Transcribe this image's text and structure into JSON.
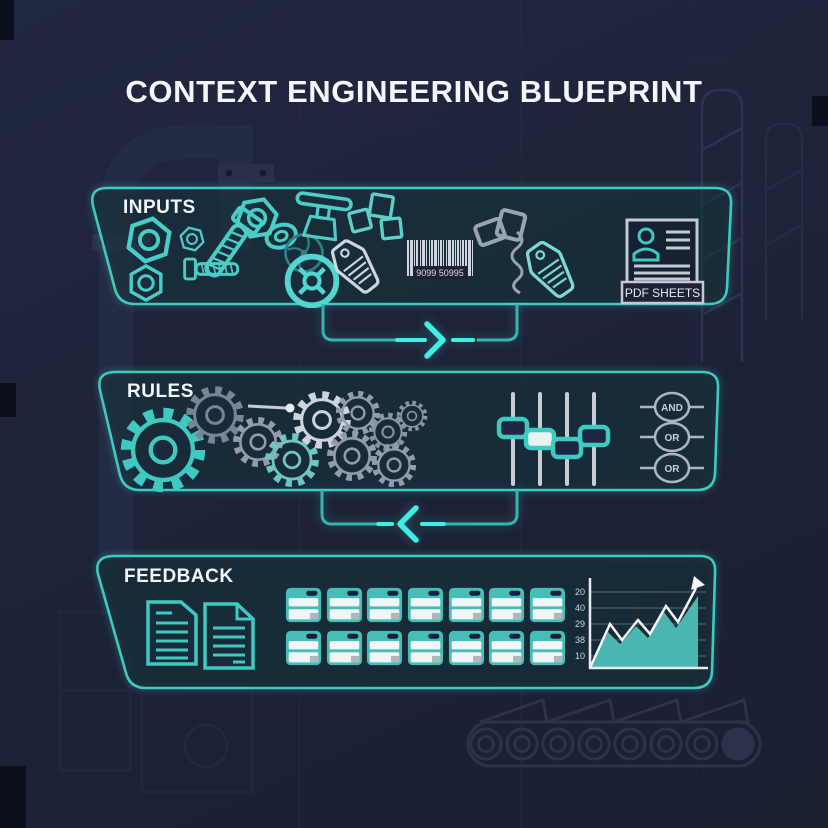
{
  "title": "CONTEXT ENGINEERING BLUEPRINT",
  "panels": {
    "inputs": {
      "label": "INPUTS",
      "icons": [
        "hex-nut",
        "hex-nut",
        "hex-nut",
        "screw",
        "bolt",
        "hex-nut",
        "washer",
        "impeller",
        "handwheel",
        "valve",
        "boxes",
        "striped-tag",
        "barcode",
        "pipe-fittings",
        "squiggle-hook",
        "striped-tag",
        "pdf-sheets-document"
      ],
      "barcode_text": "9099 50995",
      "pdf_sheets_label": "PDF SHEETS"
    },
    "rules": {
      "label": "RULES",
      "icons": [
        "gears",
        "lever-pin",
        "sliders",
        "logic-gates"
      ],
      "gate_labels": [
        "AND",
        "OR",
        "OR"
      ],
      "slider_count": 4
    },
    "feedback": {
      "label": "FEEDBACK",
      "icons": [
        "documents",
        "record-cards",
        "trend-chart"
      ],
      "card_grid": {
        "rows": 2,
        "columns": 7
      },
      "chart": {
        "type": "area",
        "y_axis_labels": [
          "20",
          "40",
          "29",
          "38",
          "10"
        ],
        "values": [
          0,
          45,
          30,
          52,
          38,
          65,
          48,
          88
        ],
        "trend": "upward",
        "arrow": true
      }
    }
  },
  "connectors": [
    {
      "from": "inputs",
      "to": "rules",
      "direction": "right"
    },
    {
      "from": "rules",
      "to": "feedback",
      "direction": "left"
    }
  ],
  "colors": {
    "background": "#1d2337",
    "teal": "#3fc9c1",
    "bright_cyan": "#3feee4",
    "text": "#f3f5f8",
    "icon_gray": "#aab3c2",
    "faint_silhouette": "#262d46"
  }
}
